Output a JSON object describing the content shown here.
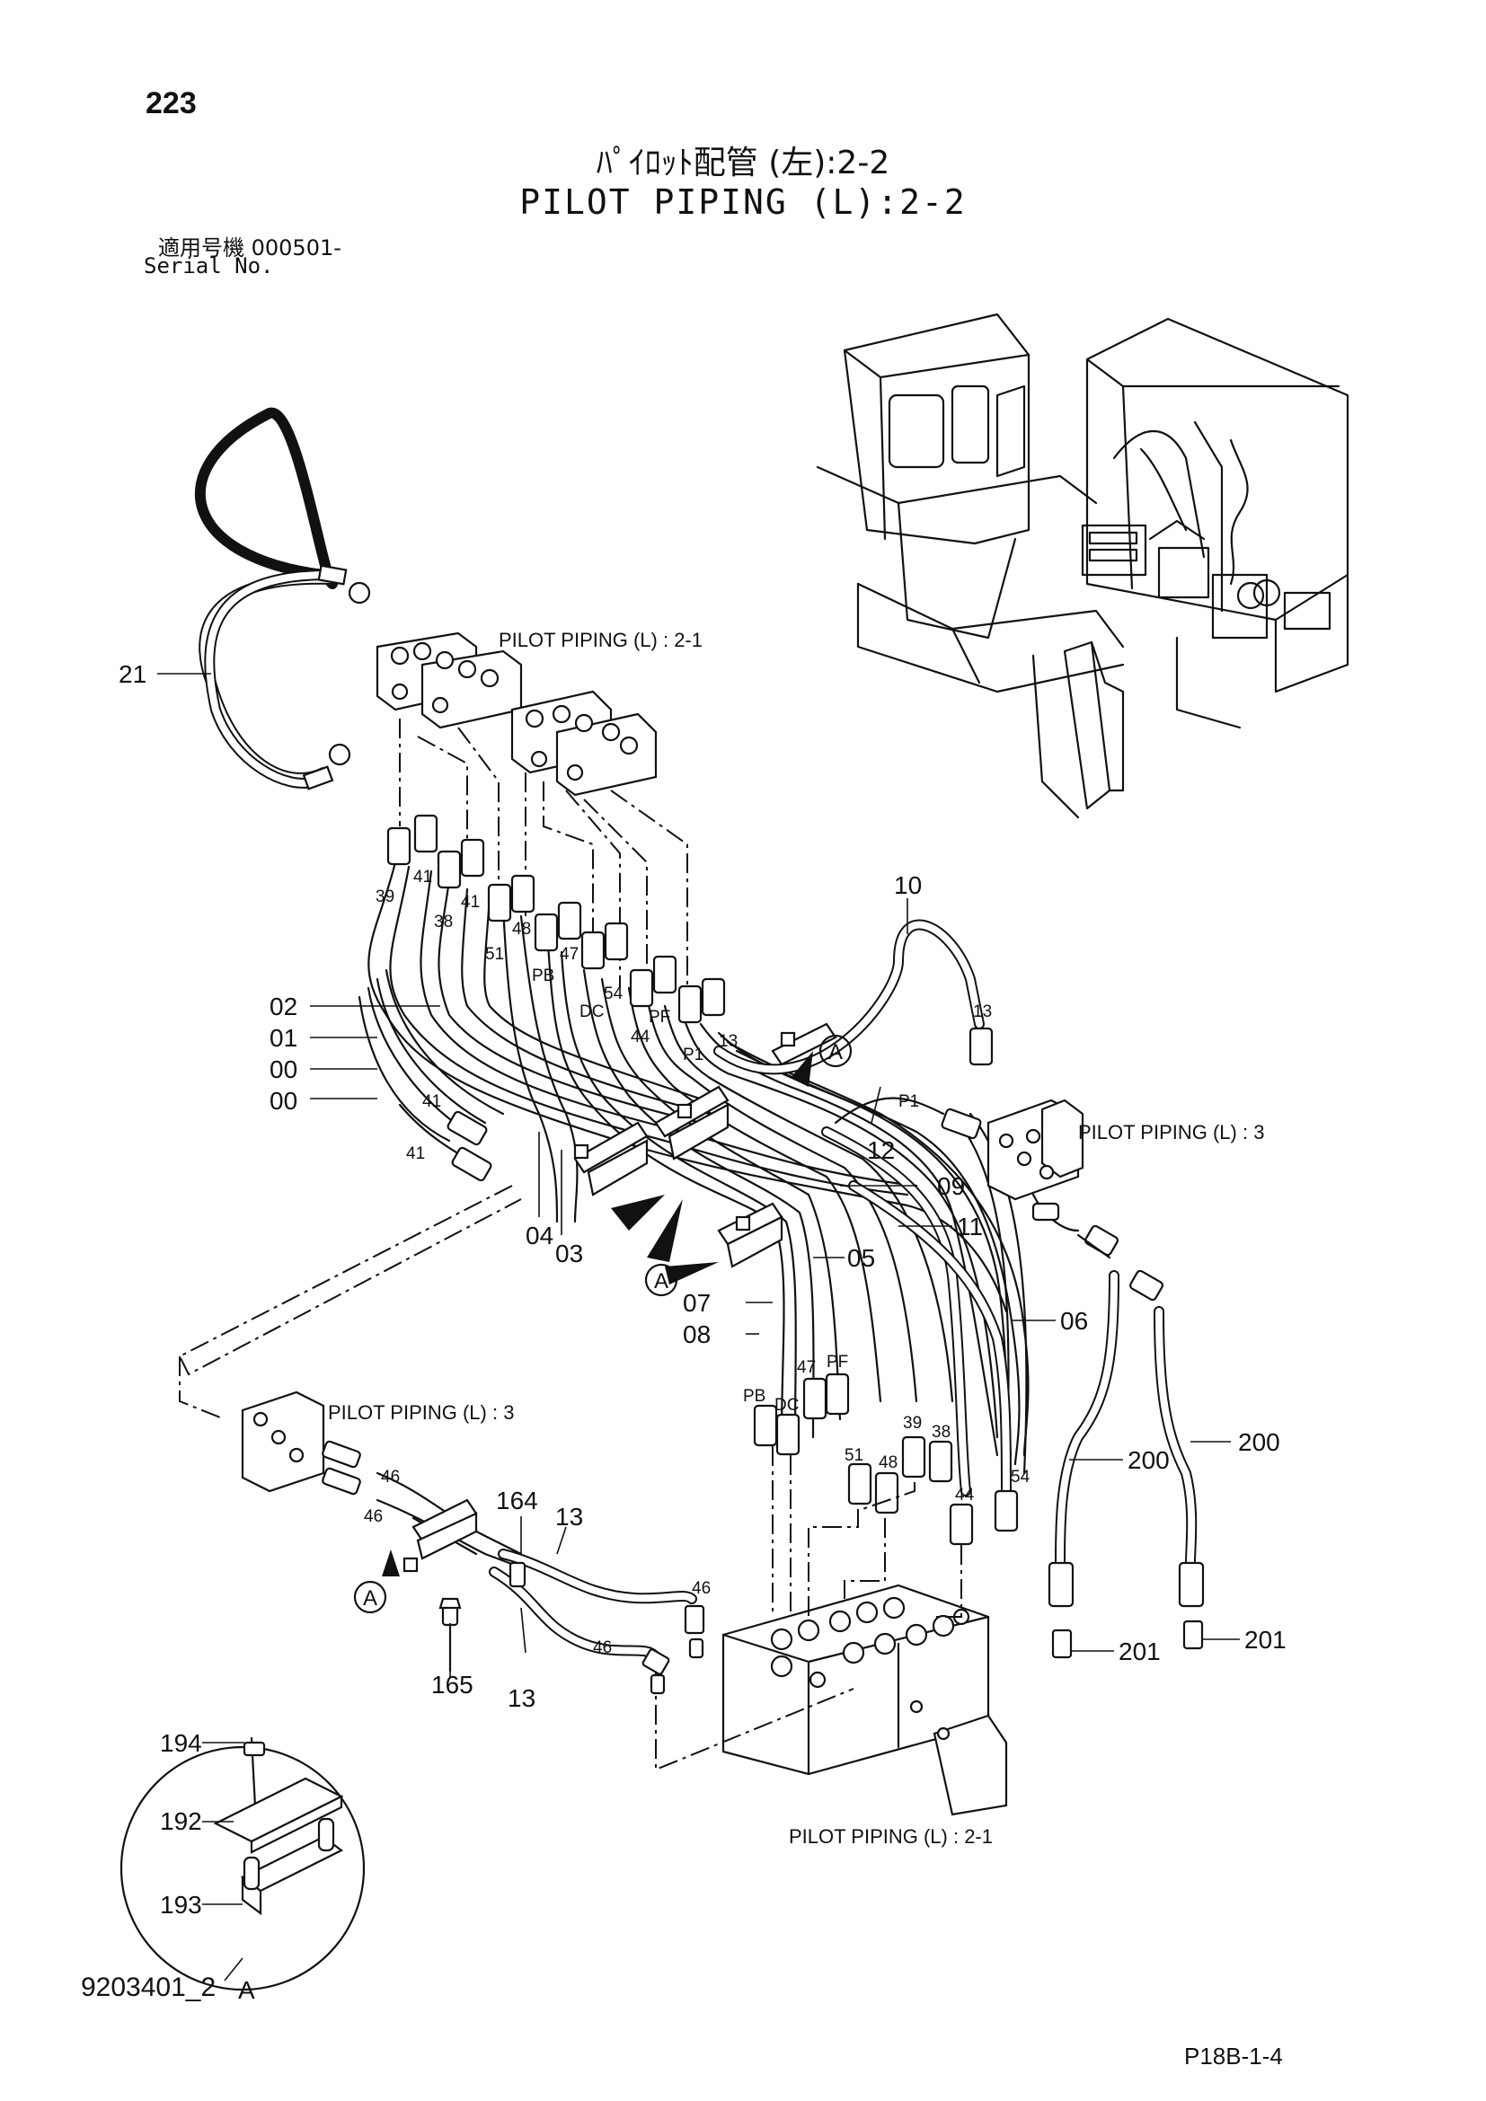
{
  "header": {
    "page_number": "223",
    "title_jp": "ﾊﾟｲﾛｯﾄ配管 (左):2-2",
    "title_en": "PILOT PIPING (L):2-2",
    "serial_label_jp": "適用号機 000501-",
    "serial_label_en": "Serial No."
  },
  "refs": {
    "top": "PILOT  PIPING (L) : 2-1",
    "right": "PILOT  PIPING (L) : 3",
    "left": "PILOT  PIPING (L) : 3",
    "bottom": "PILOT  PIPING (L) : 2-1"
  },
  "callouts": {
    "c21": "21",
    "c02": "02",
    "c01": "01",
    "c00a": "00",
    "c00b": "00",
    "c04": "04",
    "c03": "03",
    "c10": "10",
    "c12": "12",
    "c09": "09",
    "c11": "11",
    "c05": "05",
    "c07": "07",
    "c08": "08",
    "c06": "06",
    "c200a": "200",
    "c200b": "200",
    "c201a": "201",
    "c201b": "201",
    "c164": "164",
    "c13a": "13",
    "c13b": "13",
    "c165": "165",
    "c194": "194",
    "c192": "192",
    "c193": "193",
    "detail_a": "A"
  },
  "small_labels": {
    "s39a": "39",
    "s41a": "41",
    "s41b": "41",
    "s38a": "38",
    "s51a": "51",
    "s48a": "48",
    "s47a": "47",
    "sPBa": "PB",
    "sDCa": "DC",
    "s54a": "54",
    "sPFa": "PF",
    "s44a": "44",
    "sP1a": "P1",
    "s13a": "13",
    "s13b": "13",
    "sP1b": "P1",
    "s41c": "41",
    "s41d": "41",
    "s47b": "47",
    "sPFb": "PF",
    "sPBb": "PB",
    "sDCb": "DC",
    "s51b": "51",
    "s48b": "48",
    "s39b": "39",
    "s38b": "38",
    "s44b": "44",
    "s54b": "54",
    "s46a": "46",
    "s46b": "46",
    "s46c": "46",
    "s46d": "46"
  },
  "view_markers": {
    "a1": "A",
    "a2": "A",
    "a3": "A"
  },
  "footer": {
    "drawing_no": "9203401_2",
    "page_ref": "P18B-1-4"
  }
}
